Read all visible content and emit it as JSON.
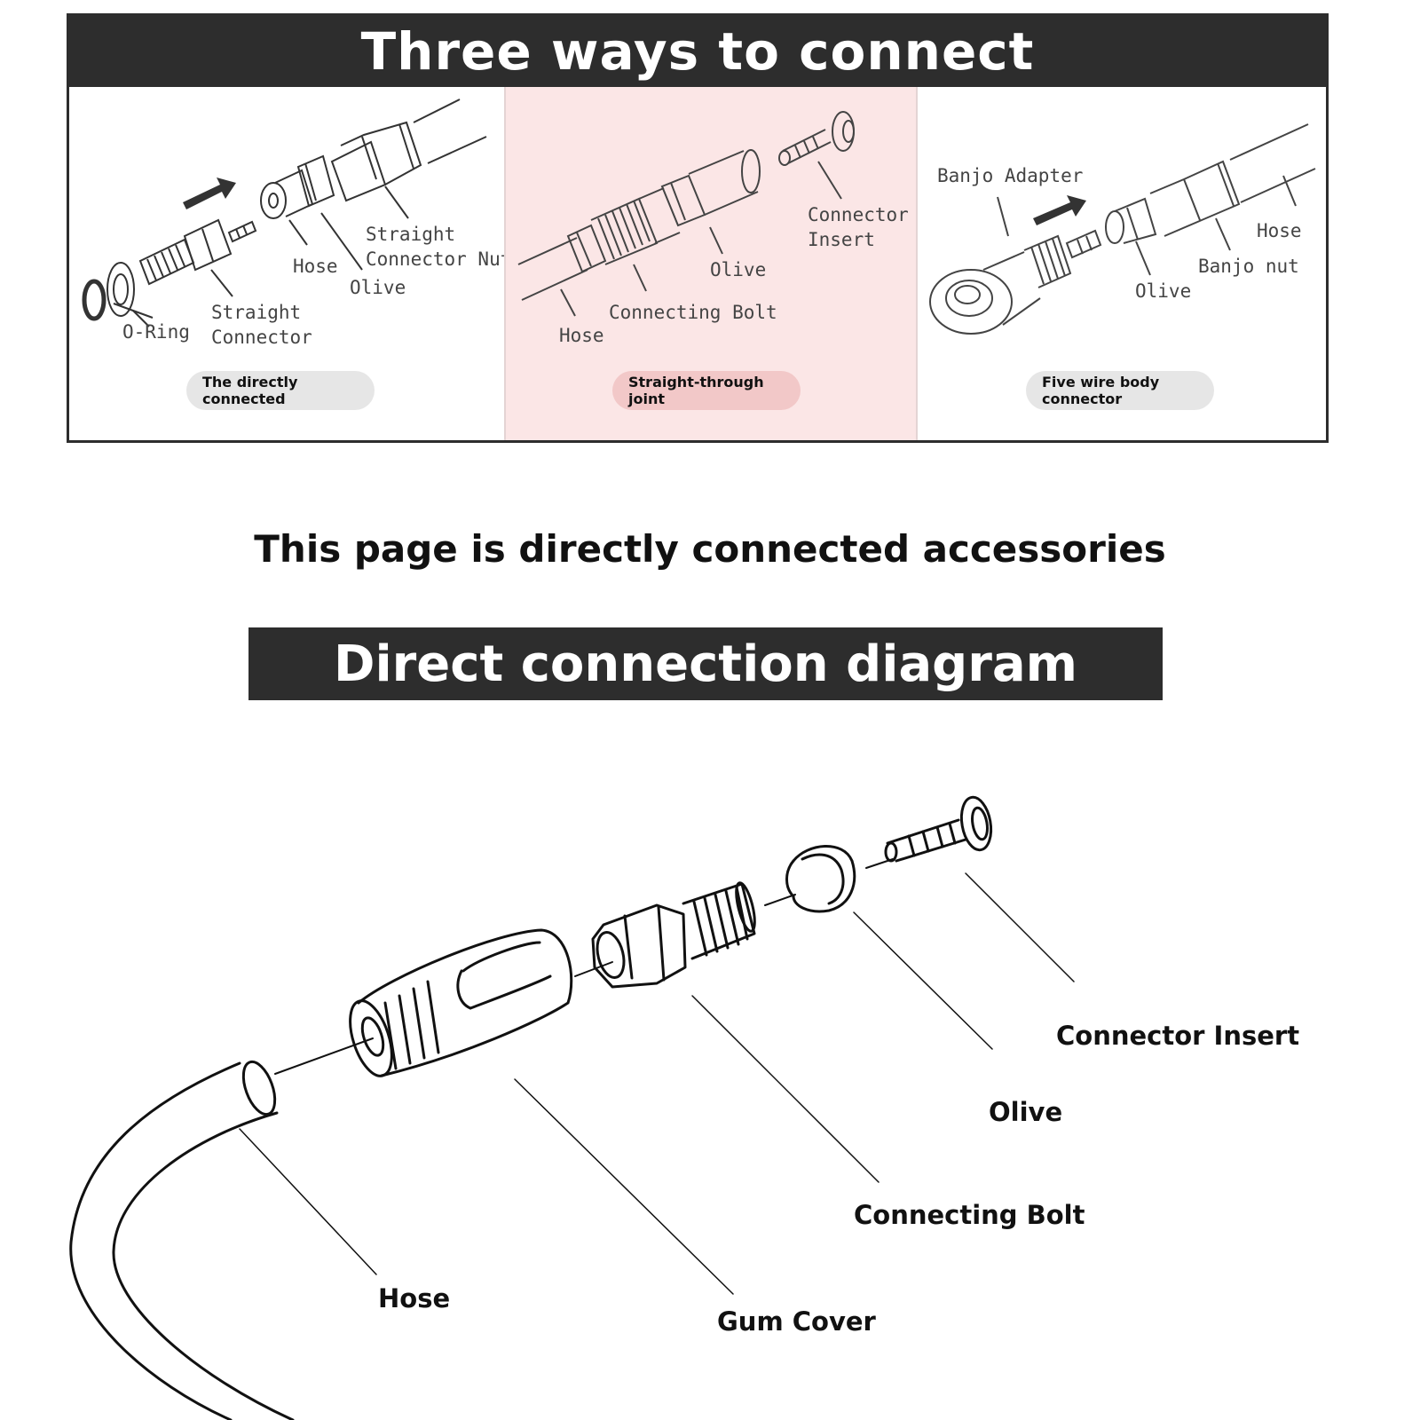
{
  "header": {
    "title": "Three ways to connect"
  },
  "panels": [
    {
      "caption": "The directly connected",
      "labels": {
        "o_ring": "O-Ring",
        "straight_connector": "Straight\nConnector",
        "hose": "Hose",
        "olive": "Olive",
        "straight_connector_nut": "Straight\nConnector Nut"
      }
    },
    {
      "caption": "Straight-through joint",
      "labels": {
        "hose": "Hose",
        "connecting_bolt": "Connecting Bolt",
        "olive": "Olive",
        "connector_insert": "Connector\nInsert"
      }
    },
    {
      "caption": "Five wire body connector",
      "labels": {
        "banjo_adapter": "Banjo Adapter",
        "olive": "Olive",
        "banjo_nut": "Banjo nut",
        "hose": "Hose"
      }
    }
  ],
  "subtitle": "This page is directly connected accessories",
  "diagram": {
    "title": "Direct connection diagram",
    "labels": {
      "connector_insert": "Connector Insert",
      "olive": "Olive",
      "connecting_bolt": "Connecting Bolt",
      "hose": "Hose",
      "gum_cover": "Gum Cover"
    }
  },
  "colors": {
    "header_bg": "#2d2d2d",
    "middle_panel_bg": "#fbe6e6",
    "pill_gray": "#e6e6e6",
    "pill_pink": "#f2c8c8"
  }
}
